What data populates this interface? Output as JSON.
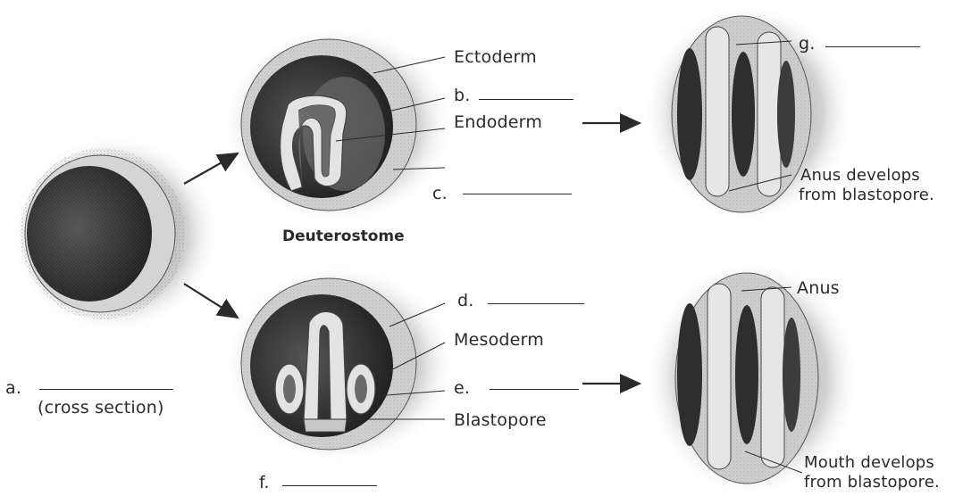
{
  "labels": {
    "ectoderm": "Ectoderm",
    "b_prefix": "b.",
    "endoderm": "Endoderm",
    "c_prefix": "c.",
    "deuterostome": "Deuterostome",
    "d_prefix": "d.",
    "mesoderm": "Mesoderm",
    "e_prefix": "e.",
    "blastopore": "Blastopore",
    "f_prefix": "f.",
    "a_prefix": "a.",
    "cross_section": "(cross section)",
    "g_prefix": "g.",
    "anus_develops_line1": "Anus develops",
    "anus_develops_line2": "from blastopore.",
    "anus": "Anus",
    "mouth_develops_line1": "Mouth develops",
    "mouth_develops_line2": "from blastopore."
  },
  "colors": {
    "ink": "#2a2a2a",
    "cavity": "#3a3a3a",
    "layer": "#d9d9d9",
    "stipple": "#8c8c8c"
  }
}
